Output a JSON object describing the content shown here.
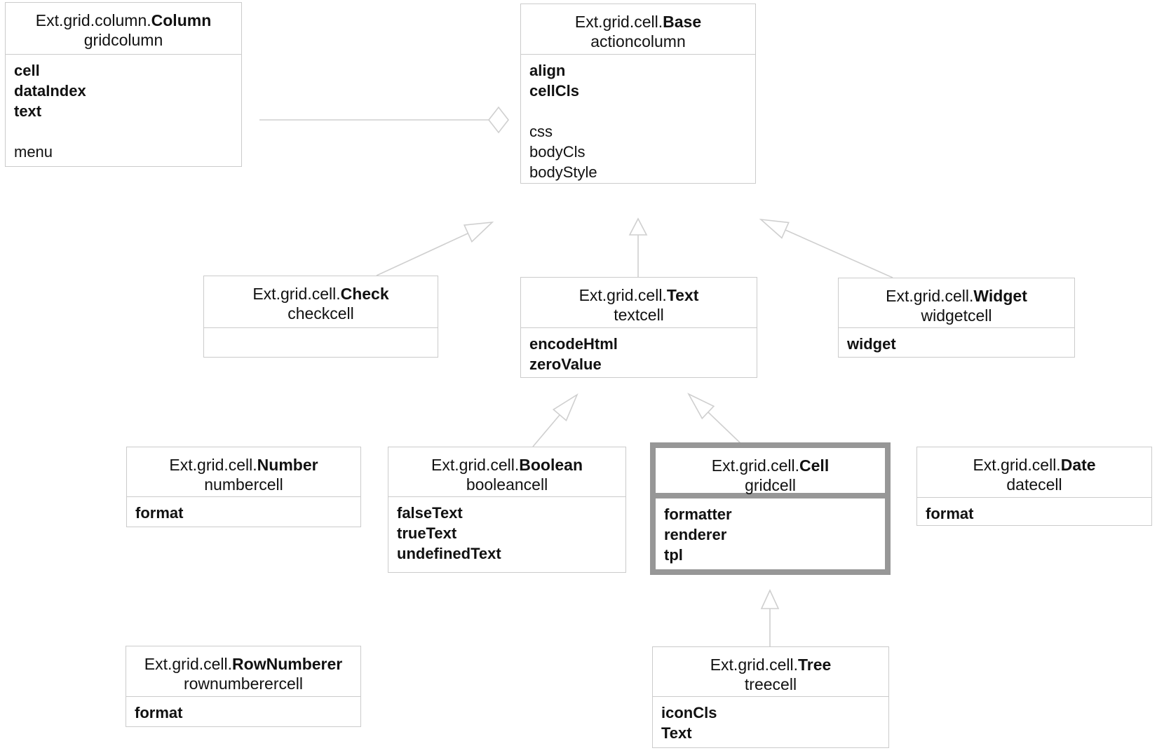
{
  "colors": {
    "background": "#ffffff",
    "box_border": "#cbcbcb",
    "highlight_border": "#979797",
    "connector": "#cfcfcf",
    "text": "#111111"
  },
  "classes": [
    {
      "id": "column",
      "name_prefix": "Ext.grid.column.",
      "name": "Column",
      "xtype": "gridcolumn",
      "members": [
        {
          "label": "cell"
        },
        {
          "label": "dataIndex"
        },
        {
          "label": "text"
        },
        {
          "label": "menu"
        }
      ]
    },
    {
      "id": "base",
      "name_prefix": "Ext.grid.cell.",
      "name": "Base",
      "xtype": "actioncolumn",
      "members": [
        {
          "label": "align"
        },
        {
          "label": "cellCls"
        },
        {
          "label": "css"
        },
        {
          "label": "bodyCls"
        },
        {
          "label": "bodyStyle"
        }
      ]
    },
    {
      "id": "check",
      "name_prefix": "Ext.grid.cell.",
      "name": "Check",
      "xtype": "checkcell",
      "members": []
    },
    {
      "id": "text",
      "name_prefix": "Ext.grid.cell.",
      "name": "Text",
      "xtype": "textcell",
      "members": [
        {
          "label": "encodeHtml"
        },
        {
          "label": "zeroValue"
        }
      ]
    },
    {
      "id": "widget",
      "name_prefix": "Ext.grid.cell.",
      "name": "Widget",
      "xtype": "widgetcell",
      "members": [
        {
          "label": "widget"
        }
      ]
    },
    {
      "id": "number",
      "name_prefix": "Ext.grid.cell.",
      "name": "Number",
      "xtype": "numbercell",
      "members": [
        {
          "label": "format"
        }
      ]
    },
    {
      "id": "boolean",
      "name_prefix": "Ext.grid.cell.",
      "name": "Boolean",
      "xtype": "booleancell",
      "members": [
        {
          "label": "falseText"
        },
        {
          "label": "trueText"
        },
        {
          "label": "undefinedText"
        }
      ]
    },
    {
      "id": "cell",
      "name_prefix": "Ext.grid.cell.",
      "name": "Cell",
      "xtype": "gridcell",
      "highlighted": true,
      "members": [
        {
          "label": "formatter"
        },
        {
          "label": "renderer"
        },
        {
          "label": "tpl"
        }
      ]
    },
    {
      "id": "date",
      "name_prefix": "Ext.grid.cell.",
      "name": "Date",
      "xtype": "datecell",
      "members": [
        {
          "label": "format"
        }
      ]
    },
    {
      "id": "rownumberer",
      "name_prefix": "Ext.grid.cell.",
      "name": "RowNumberer",
      "xtype": "rownumberercell",
      "members": [
        {
          "label": "format"
        }
      ]
    },
    {
      "id": "tree",
      "name_prefix": "Ext.grid.cell.",
      "name": "Tree",
      "xtype": "treecell",
      "members": [
        {
          "label": "iconCls"
        },
        {
          "label": "Text"
        }
      ]
    }
  ],
  "relations": [
    {
      "from": "column",
      "to": "base",
      "type": "aggregation"
    },
    {
      "from": "check",
      "to": "base",
      "type": "inheritance"
    },
    {
      "from": "text",
      "to": "base",
      "type": "inheritance"
    },
    {
      "from": "widget",
      "to": "base",
      "type": "inheritance"
    },
    {
      "from": "boolean",
      "to": "text",
      "type": "inheritance"
    },
    {
      "from": "cell",
      "to": "text",
      "type": "inheritance"
    },
    {
      "from": "tree",
      "to": "cell",
      "type": "inheritance"
    }
  ]
}
